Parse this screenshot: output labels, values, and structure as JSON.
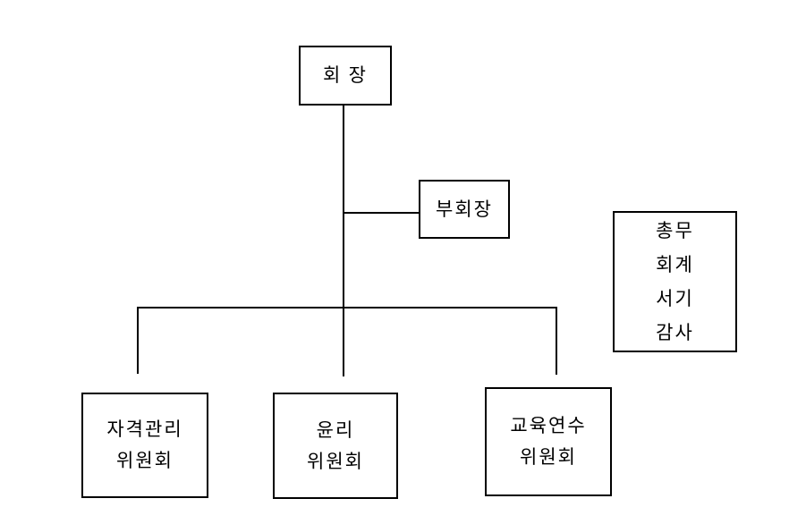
{
  "diagram": {
    "title": "organization-chart",
    "nodes": {
      "chairman": {
        "label": "회 장"
      },
      "vice_chairman": {
        "label": "부회장"
      },
      "officers": {
        "lines": [
          "총무",
          "회계",
          "서기",
          "감사"
        ]
      },
      "committee_qualification": {
        "line1": "자격관리",
        "line2": "위원회"
      },
      "committee_ethics": {
        "line1": "윤리",
        "line2": "위원회"
      },
      "committee_education": {
        "line1": "교육연수",
        "line2": "위원회"
      }
    },
    "colors": {
      "background": "#ffffff",
      "line": "#000000",
      "text": "#000000"
    }
  }
}
